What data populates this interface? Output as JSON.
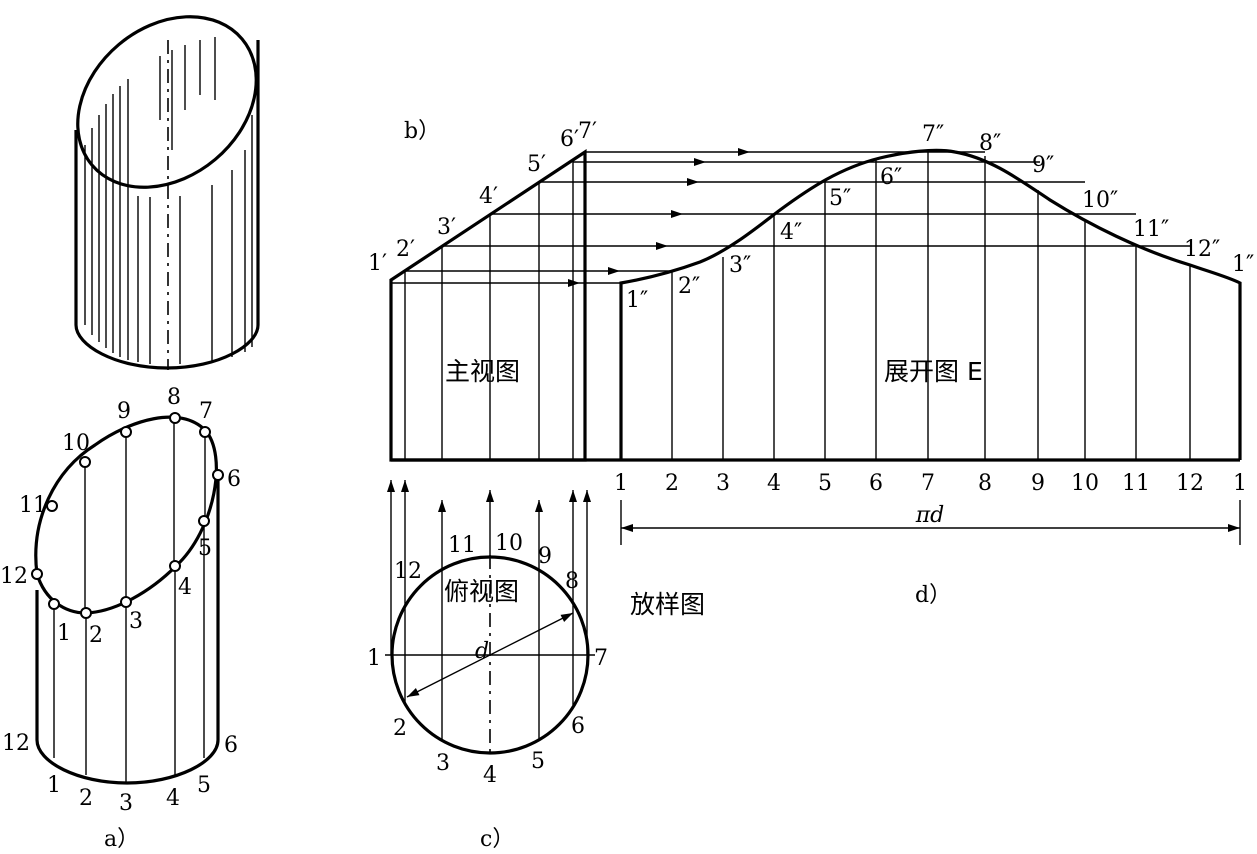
{
  "captions": {
    "a": "a）",
    "b": "b）",
    "c": "c）",
    "d": "d）"
  },
  "views": {
    "front": "主视图",
    "top": "俯视图",
    "development": "展开图 E",
    "layout": "放样图"
  },
  "diameter_symbol": "d",
  "development_length": "πd",
  "cylinder_top_points": [
    "1",
    "2",
    "3",
    "4",
    "5",
    "6",
    "7",
    "8",
    "9",
    "10",
    "11",
    "12"
  ],
  "cylinder_base_points": [
    "12",
    "1",
    "2",
    "3",
    "4",
    "5",
    "6"
  ],
  "front_view_points": [
    "1′",
    "2′",
    "3′",
    "4′",
    "5′",
    "6′",
    "7′"
  ],
  "top_view_points": [
    "1",
    "2",
    "3",
    "4",
    "5",
    "6",
    "7",
    "8",
    "9",
    "10",
    "11",
    "12"
  ],
  "development_points": [
    "1″",
    "2″",
    "3″",
    "4″",
    "5″",
    "6″",
    "7″",
    "8″",
    "9″",
    "10″",
    "11″",
    "12″",
    "1″"
  ],
  "development_baseline": [
    "1",
    "2",
    "3",
    "4",
    "5",
    "6",
    "7",
    "8",
    "9",
    "10",
    "11",
    "12",
    "1"
  ]
}
